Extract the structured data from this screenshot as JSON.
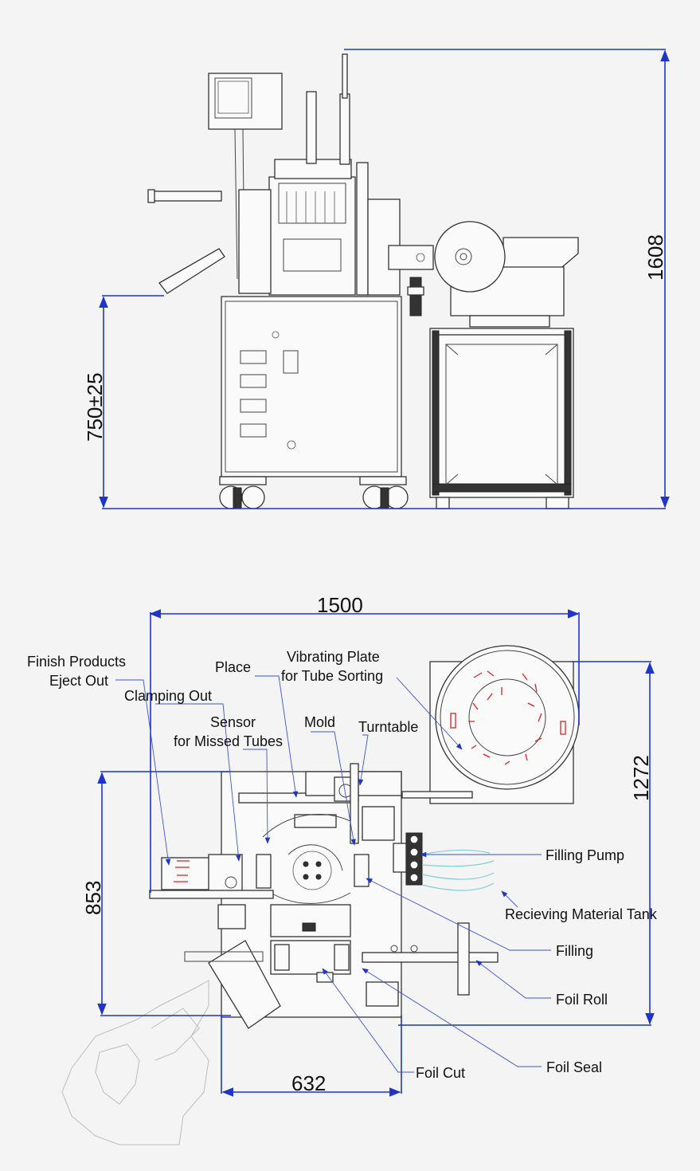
{
  "dimensions": {
    "total_height": "1608",
    "work_height": "750±25",
    "total_length": "1500",
    "depth": "1272",
    "cabinet_depth": "853",
    "cabinet_width": "632"
  },
  "labels": {
    "finish_products_line1": "Finish Products",
    "finish_products_line2": "Eject Out",
    "clamping_out": "Clamping Out",
    "place": "Place",
    "vibrating_line1": "Vibrating Plate",
    "vibrating_line2": "for Tube Sorting",
    "sensor_line1": "Sensor",
    "sensor_line2": "for Missed Tubes",
    "mold": "Mold",
    "turntable": "Turntable",
    "filling_pump": "Filling Pump",
    "receiving_tank": "Recieving Material Tank",
    "filling": "Filling",
    "foil_roll": "Foil Roll",
    "foil_cut": "Foil Cut",
    "foil_seal": "Foil Seal"
  },
  "colors": {
    "dimension_line": "#1d35c8",
    "leader_line": "#3a56d6",
    "part_highlight": "#e02020"
  }
}
